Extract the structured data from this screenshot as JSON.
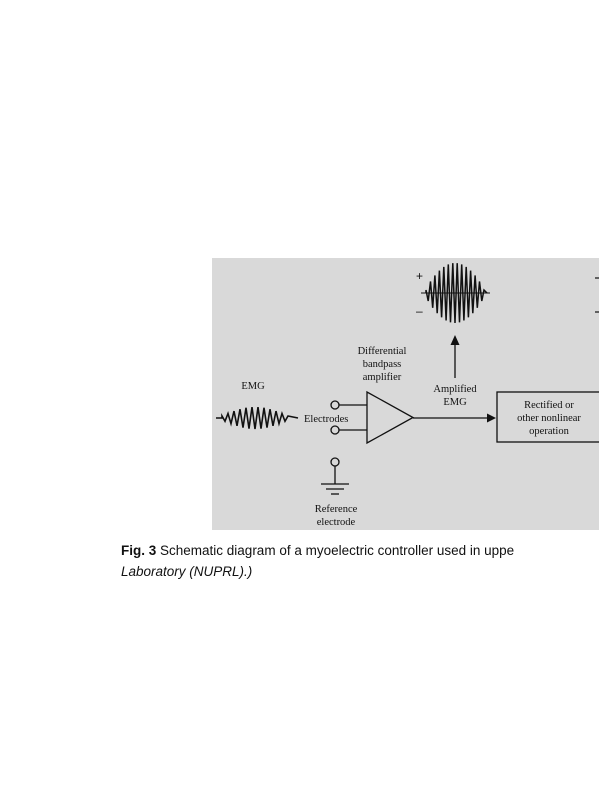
{
  "diagram": {
    "labels": {
      "emg": "EMG",
      "electrodes": "Electrodes",
      "amplifier_line1": "Differential",
      "amplifier_line2": "bandpass",
      "amplifier_line3": "amplifier",
      "amplified_line1": "Amplified",
      "amplified_line2": "EMG",
      "reference_line1": "Reference",
      "reference_line2": "electrode",
      "rectifier_line1": "Rectified or",
      "rectifier_line2": "other nonlinear",
      "rectifier_line3": "operation",
      "plus": "+",
      "minus": "–"
    },
    "colors": {
      "background": "#d9d9d9",
      "ink": "#111111"
    }
  },
  "caption": {
    "figure_number": "Fig. 3",
    "text": " Schematic diagram of a myoelectric controller used in uppe",
    "credit": "Laboratory (NUPRL).)"
  }
}
